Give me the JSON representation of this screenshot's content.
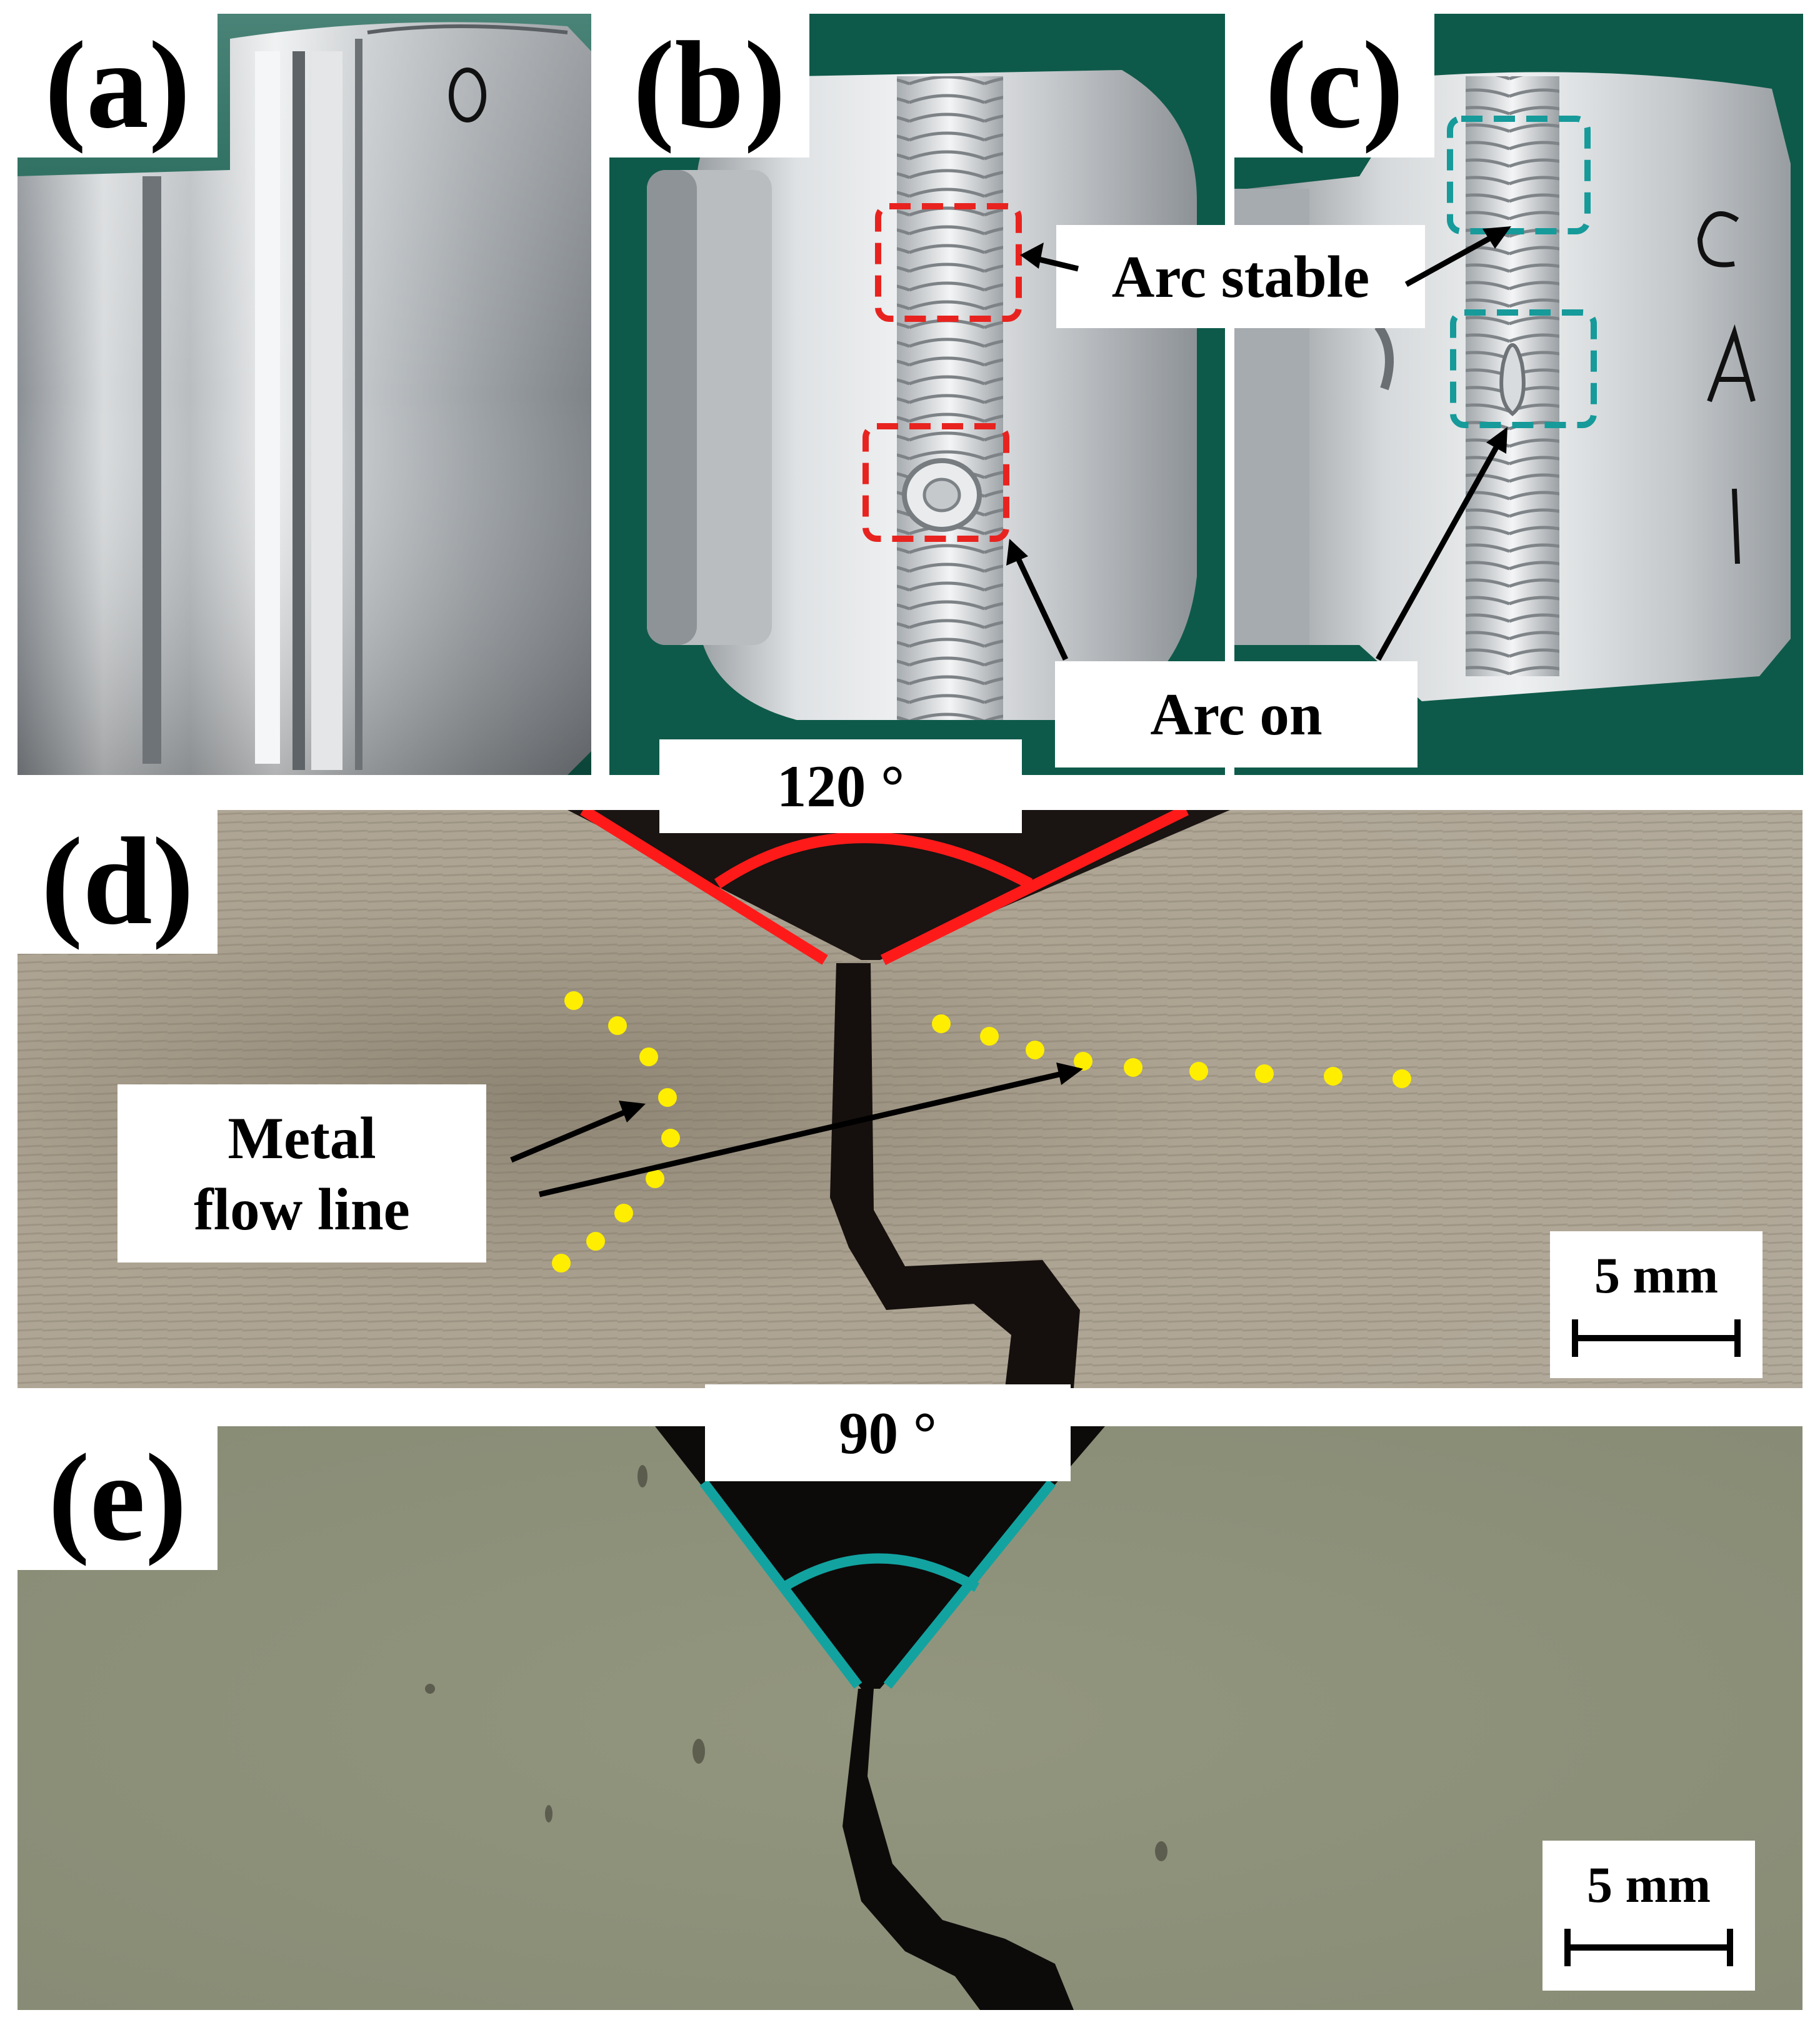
{
  "panels": {
    "a": {
      "label": "(a)",
      "marking": "O"
    },
    "b": {
      "label": "(b)"
    },
    "c": {
      "label": "(c)",
      "marking_lines": [
        "C",
        "A",
        "I"
      ]
    },
    "d": {
      "label": "(d)",
      "angle_label": "120 °",
      "scale_bar": "5 mm"
    },
    "e": {
      "label": "(e)",
      "angle_label": "90 °",
      "scale_bar": "5 mm"
    }
  },
  "annotations": {
    "arc_stable": "Arc stable",
    "arc_on": "Arc on",
    "metal_flow_line": [
      "Metal",
      "flow line"
    ]
  },
  "colors": {
    "background_green": "#0e5a4a",
    "weld_box_red": "#e8231f",
    "weld_box_teal": "#169a9a",
    "bevel_red": "#ff1a1a",
    "bevel_teal": "#12a3a0",
    "flow_dots": "#ffee00",
    "metal_d": "#a89e8c",
    "metal_e": "#8e927a"
  }
}
